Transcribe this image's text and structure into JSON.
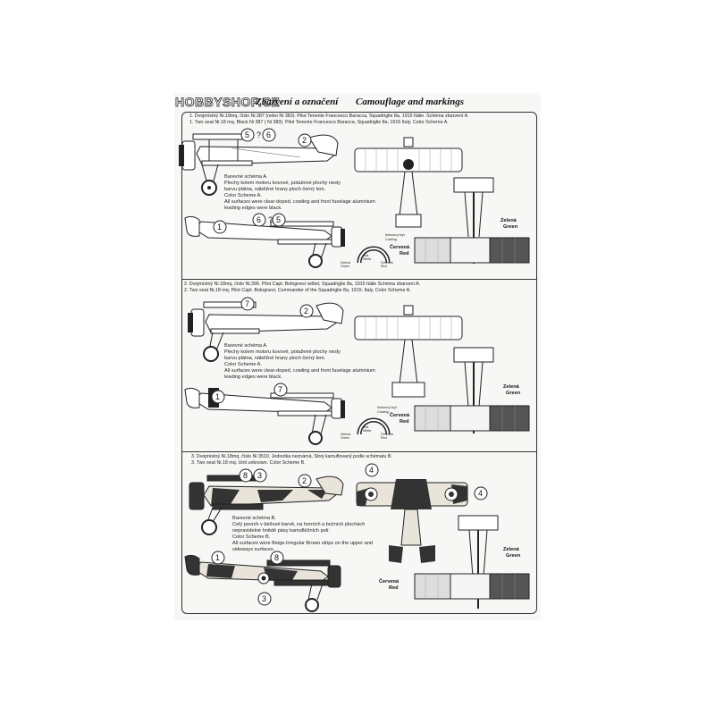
{
  "header": {
    "watermark": "HOBBYSHOP.CZ",
    "title_cz": "Zbarvení a označení",
    "title_en": "Camouflage and markings"
  },
  "sections": [
    {
      "line_cz": "1. Dvojmístný Ni.18mq, číslo Ni.387 (nebo Ni 383). Pilot Tenente Francesco Baracca, Squadriglie 8a, 1915 Itálie. Schéma zbarvení A.",
      "line_en": "1. Two seat Ni.18 mq, Black Ni 387 ( Ni 383). Pilot Tenente Francesco Baracca, Squadriglie 8a, 1915 Italy. Color Scheme A.",
      "scheme_cz": "Barevné schéma A.",
      "note_cz": [
        "Plechy kolem motoru kovové, potažené plochy nesly",
        "barvu plátna, náběžné hrany ploch černý lem."
      ],
      "scheme_en": "Color  Scheme A.",
      "note_en": [
        "All surfaces were clear-doped, cowling and front fuselage aluminium",
        "leading edges were black."
      ],
      "callouts": [
        "5",
        "?",
        "6",
        "2",
        "1",
        "6",
        "?",
        "5"
      ],
      "cowling_cz": "Motorový kryt",
      "cowling_en": "Cowling",
      "cowl_colors": [
        "Zelená",
        "Green",
        "Bílá",
        "White",
        "Červená",
        "Red"
      ],
      "wing_labels": {
        "green_cz": "Zelená",
        "green_en": "Green",
        "red_cz": "Červená",
        "red_en": "Red"
      }
    },
    {
      "line_cz": "2. Dvojmístný Ni.18mq, číslo Ni.396. Pilot Capt. Bolognesi velitel, Squadriglie 8a, 1915 Itálie Schéma zbarvení A.",
      "line_en": "2. Two seat Ni.18 mq. Pilot Capt. Bolognesi, Commander of the Squadriglie 8a, 1915. Italy. Color Scheme  A.",
      "scheme_cz": "Barevné schéma A.",
      "note_cz": [
        "Plechy kolem motoru kovové, potažené plochy nesly",
        "barvu plátna, náběžné hrany ploch černý lem."
      ],
      "scheme_en": "Color  Scheme A.",
      "note_en": [
        "All surfaces were clear-doped, cowling and front fuselage aluminium",
        "leading edges were black."
      ],
      "callouts": [
        "7",
        "2",
        "1",
        "7"
      ],
      "cowling_cz": "Motorový kryt",
      "cowling_en": "Cowling",
      "cowl_colors": [
        "Zelená",
        "Green",
        "Bílá",
        "White",
        "Červená",
        "Red"
      ],
      "wing_labels": {
        "green_cz": "Zelená",
        "green_en": "Green",
        "red_cz": "Červená",
        "red_en": "Red"
      }
    },
    {
      "line_cz": "3. Dvojmístný Ni.18mq, číslo Ni 3510. Jednotka neznámá. Stroj kamuflovaný podle schématu B.",
      "line_en": "3. Two seat Ni.18 mq. Unit unknown.  Color Scheme  B.",
      "scheme_cz": "Barevné schéma B.",
      "note_cz": [
        "Celý povrch v béžové barvě, na horních a bočních plochách",
        "nepravidelné hnědé pásy  kamufléžních polí."
      ],
      "scheme_en": "Color  Scheme B.",
      "note_en": [
        "All surfaces were Beige.Irregular Brown strips on the upper and",
        "sideways surfaces."
      ],
      "callouts": [
        "8",
        "3",
        "2",
        "4",
        "4",
        "1",
        "8",
        "3"
      ],
      "wing_labels": {
        "green_cz": "Zelená",
        "green_en": "Green",
        "red_cz": "Červená",
        "red_en": "Red"
      }
    }
  ]
}
